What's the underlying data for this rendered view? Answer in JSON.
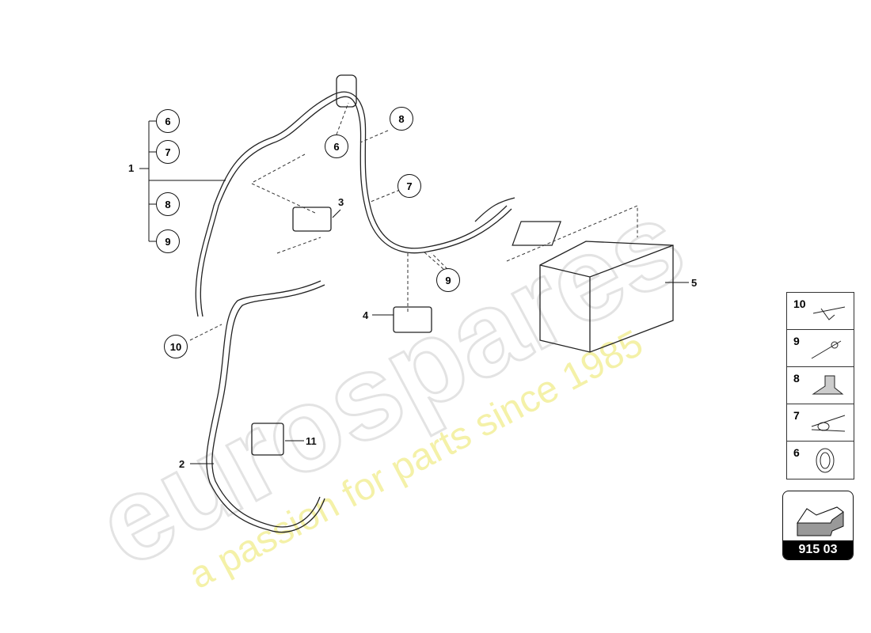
{
  "watermark": {
    "brand": "eurospares",
    "tagline": "a passion for parts since 1985",
    "brand_color": "#e6e6e6",
    "tagline_color": "#f3f0a0"
  },
  "callouts": {
    "group_label": "1",
    "group": [
      "6",
      "7",
      "8",
      "9"
    ],
    "c6": "6",
    "c8": "8",
    "c7": "7",
    "c9": "9",
    "c10": "10"
  },
  "labels": {
    "p2": "2",
    "p3": "3",
    "p4": "4",
    "p5": "5",
    "p11": "11"
  },
  "legend": [
    {
      "num": "10",
      "icon": "cable-tie-clip-icon"
    },
    {
      "num": "9",
      "icon": "cable-tie-icon"
    },
    {
      "num": "8",
      "icon": "bracket-clip-icon"
    },
    {
      "num": "7",
      "icon": "cable-tie-strap-icon"
    },
    {
      "num": "6",
      "icon": "grommet-icon"
    }
  ],
  "badge": {
    "code": "915 03",
    "icon": "arrow-icon"
  }
}
